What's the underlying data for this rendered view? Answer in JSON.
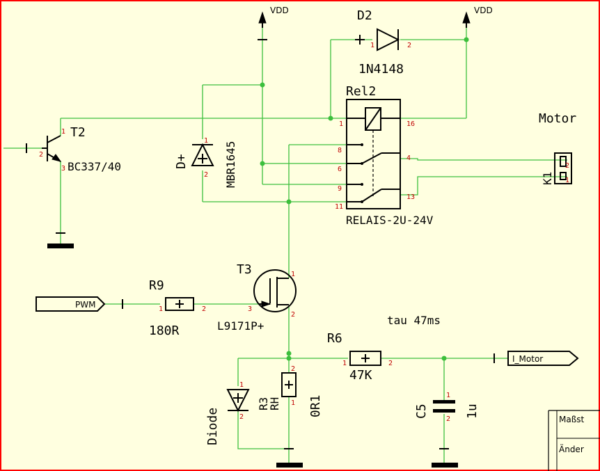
{
  "power": {
    "vdd_left": "VDD",
    "vdd_right": "VDD"
  },
  "components": {
    "d2": {
      "ref": "D2",
      "value": "1N4148",
      "pin1": "1",
      "pin2": "2"
    },
    "rel2": {
      "ref": "Rel2",
      "value": "RELAIS-2U-24V",
      "pins": [
        "1",
        "16",
        "8",
        "6",
        "4",
        "9",
        "13",
        "11"
      ]
    },
    "t2": {
      "ref": "T2",
      "value": "BC337/40",
      "pin1": "1",
      "pin2": "2",
      "pin3": "3"
    },
    "dplus": {
      "ref": "D+",
      "value": "MBR1645",
      "pin1": "1",
      "pin2": "2"
    },
    "k1": {
      "ref": "K1",
      "label": "Motor",
      "pin1": "1",
      "pin2": "2"
    },
    "t3": {
      "ref": "T3",
      "value": "L9171P+",
      "pin1": "1",
      "pin2": "2",
      "pin3": "3"
    },
    "r9": {
      "ref": "R9",
      "value": "180R",
      "pin1": "1",
      "pin2": "2"
    },
    "r6": {
      "ref": "R6",
      "value": "47K",
      "pin1": "1",
      "pin2": "2"
    },
    "diode": {
      "ref": "Diode",
      "pin1": "1",
      "pin2": "2"
    },
    "r3": {
      "ref": "R3",
      "ref2": "RH",
      "value": "0R1",
      "pin1": "1",
      "pin2": "2"
    },
    "c5": {
      "ref": "C5",
      "value": "1u",
      "pin1": "1",
      "pin2": "2"
    }
  },
  "ports": {
    "pwm": "PWM",
    "i_motor": "I_Motor"
  },
  "notes": {
    "tau": "tau 47ms"
  },
  "title_block": {
    "row1": "Maßst",
    "row2": "Änder"
  },
  "colors": {
    "background": "#ffffe0",
    "wire": "#3cbf3c",
    "pin_number": "#c00000",
    "part": "#000000",
    "border": "#ff0000"
  }
}
